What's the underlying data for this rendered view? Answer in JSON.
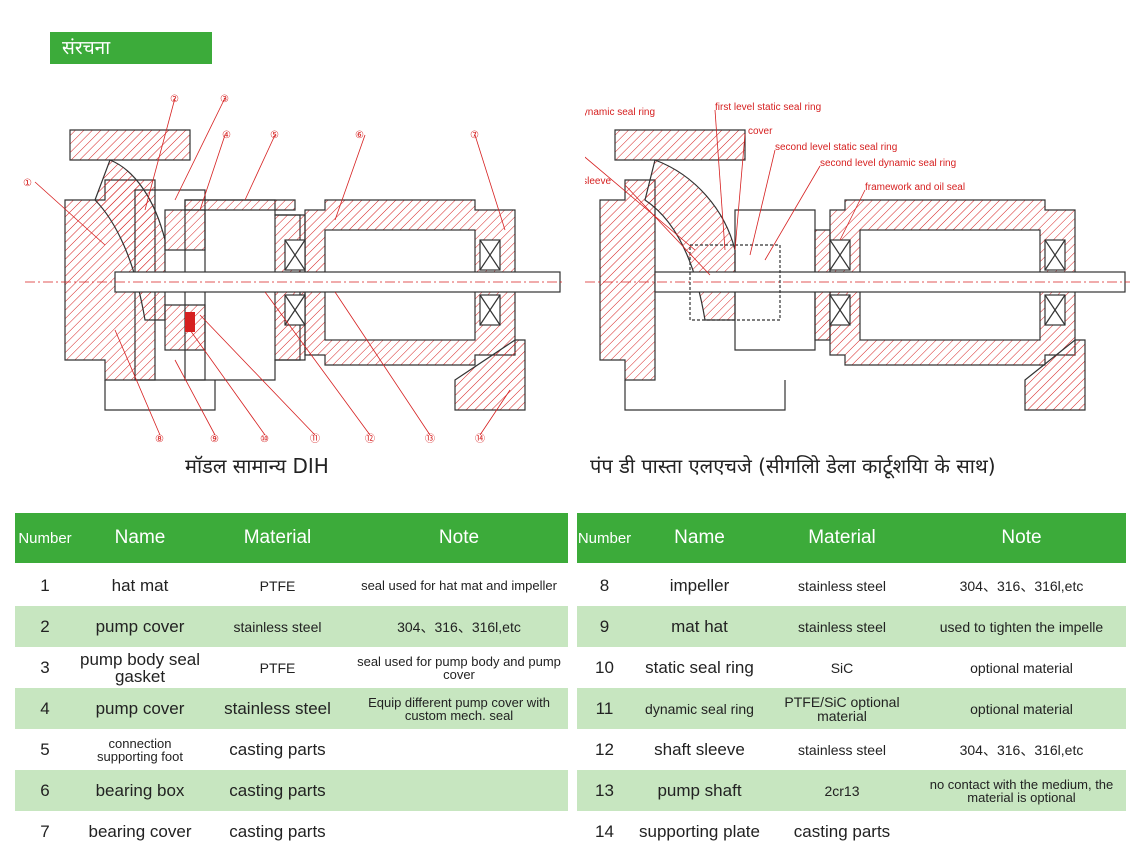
{
  "section_title": "संरचना",
  "left_caption": "मॉडल सामान्य DIH",
  "right_caption": "पंप डी पास्ता एलएचजे (सीगलिो डेला कार्टूशयिा के साथ)",
  "callout_numbers": [
    "①",
    "②",
    "③",
    "④",
    "⑤",
    "⑥",
    "⑦",
    "⑧",
    "⑨",
    "⑩",
    "⑪",
    "⑫",
    "⑬",
    "⑭"
  ],
  "right_labels": {
    "first_dynamic": "first level dynamic seal ring",
    "first_static": "first level static seal ring",
    "cover": "cover",
    "second_static": "second level static seal ring",
    "second_dynamic": "second level dynamic seal ring",
    "shaft_sleeve": "Shaft sleeve",
    "framework": "framework and oil seal"
  },
  "table_headers": {
    "number": "Number",
    "name": "Name",
    "material": "Material",
    "note": "Note"
  },
  "left_table": [
    {
      "number": "1",
      "name": "hat mat",
      "material": "PTFE",
      "note": "seal used for hat mat and impeller"
    },
    {
      "number": "2",
      "name": "pump cover",
      "material": "stainless steel",
      "note": "304、316、316l,etc"
    },
    {
      "number": "3",
      "name": "pump body seal gasket",
      "material": "PTFE",
      "note": "seal used for pump body and pump cover"
    },
    {
      "number": "4",
      "name": "pump cover",
      "material": "stainless steel",
      "note": "Equip different pump cover with custom mech. seal"
    },
    {
      "number": "5",
      "name": "connection supporting foot",
      "material": "casting parts",
      "note": ""
    },
    {
      "number": "6",
      "name": "bearing box",
      "material": "casting parts",
      "note": ""
    },
    {
      "number": "7",
      "name": "bearing cover",
      "material": "casting parts",
      "note": ""
    }
  ],
  "right_table": [
    {
      "number": "8",
      "name": "impeller",
      "material": "stainless steel",
      "note": "304、316、316l,etc"
    },
    {
      "number": "9",
      "name": "mat hat",
      "material": "stainless steel",
      "note": "used to tighten the impelle"
    },
    {
      "number": "10",
      "name": "static seal ring",
      "material": "SiC",
      "note": "optional material"
    },
    {
      "number": "11",
      "name": "dynamic seal ring",
      "material": "PTFE/SiC optional material",
      "note": "optional material"
    },
    {
      "number": "12",
      "name": "shaft sleeve",
      "material": "stainless steel",
      "note": "304、316、316l,etc"
    },
    {
      "number": "13",
      "name": "pump shaft",
      "material": "2cr13",
      "note": "no contact with the medium, the material is optional"
    },
    {
      "number": "14",
      "name": "supporting plate",
      "material": "casting parts",
      "note": ""
    }
  ],
  "colors": {
    "accent": "#3cab3a",
    "row_alt": "#c7e6c0",
    "label_red": "#d62020"
  }
}
